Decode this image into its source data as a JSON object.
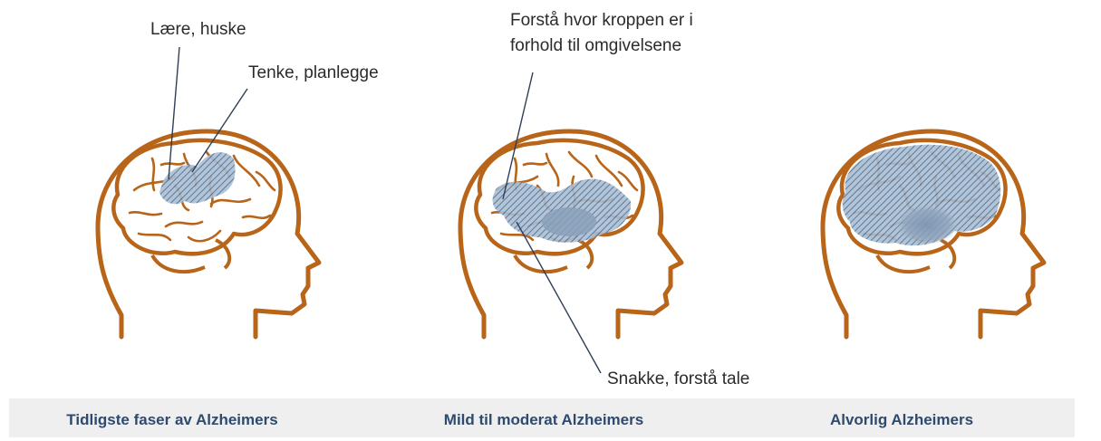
{
  "annotations": {
    "learn_remember": "Lære, huske",
    "think_plan": "Tenke, planlegge",
    "body_position_line1": "Forstå hvor kroppen er i",
    "body_position_line2": "forhold til omgivelsene",
    "speak_understand": "Snakke, forstå tale"
  },
  "stages": [
    {
      "caption": "Tidligste faser av Alzheimers"
    },
    {
      "caption": "Mild til moderat Alzheimers"
    },
    {
      "caption": "Alvorlig Alzheimers"
    }
  ],
  "colors": {
    "outline": "#b8651a",
    "affected": "#9cb1c8",
    "hatch": "#4e6b8c",
    "caption_text": "#2e4a6e",
    "caption_bg": "#efefef"
  }
}
